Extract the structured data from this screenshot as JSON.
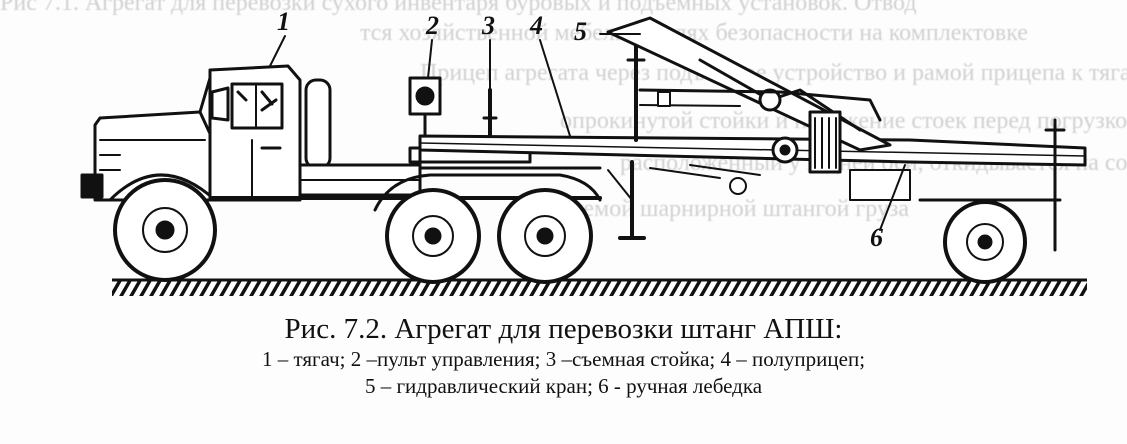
{
  "background_text": {
    "line1": "Рис 7.1. Агрегат для перевозки сухого инвентаря буровых и подъемных установок. Отвод",
    "line2": "тся хозяйственной мебели в целях безопасности на комплектовке",
    "line3": "Прицеп агрегата через подъемное устройство и рамой прицепа к тягачу",
    "line4": "опрокинутой стойки и положение стоек перед погрузкой груз",
    "line5": "расположенный у задней оси, откидывается на соответствующ",
    "line6": "руемой шарнирной штангой груза"
  },
  "figure": {
    "callouts": [
      "1",
      "2",
      "3",
      "4",
      "5",
      "6"
    ],
    "title_line_top": "рабочее оборудование агрегата"
  },
  "caption": {
    "title": "Рис. 7.2. Агрегат для перевозки штанг АПШ:",
    "legend_line1": "1 – тягач; 2 –пульт управления; 3 –съемная стойка; 4 – полуприцеп;",
    "legend_line2": "5 – гидравлический кран; 6 - ручная лебедка"
  },
  "colors": {
    "ink": "#111111",
    "paper": "#fdfdfd",
    "bleed": "#9a9a9a"
  }
}
